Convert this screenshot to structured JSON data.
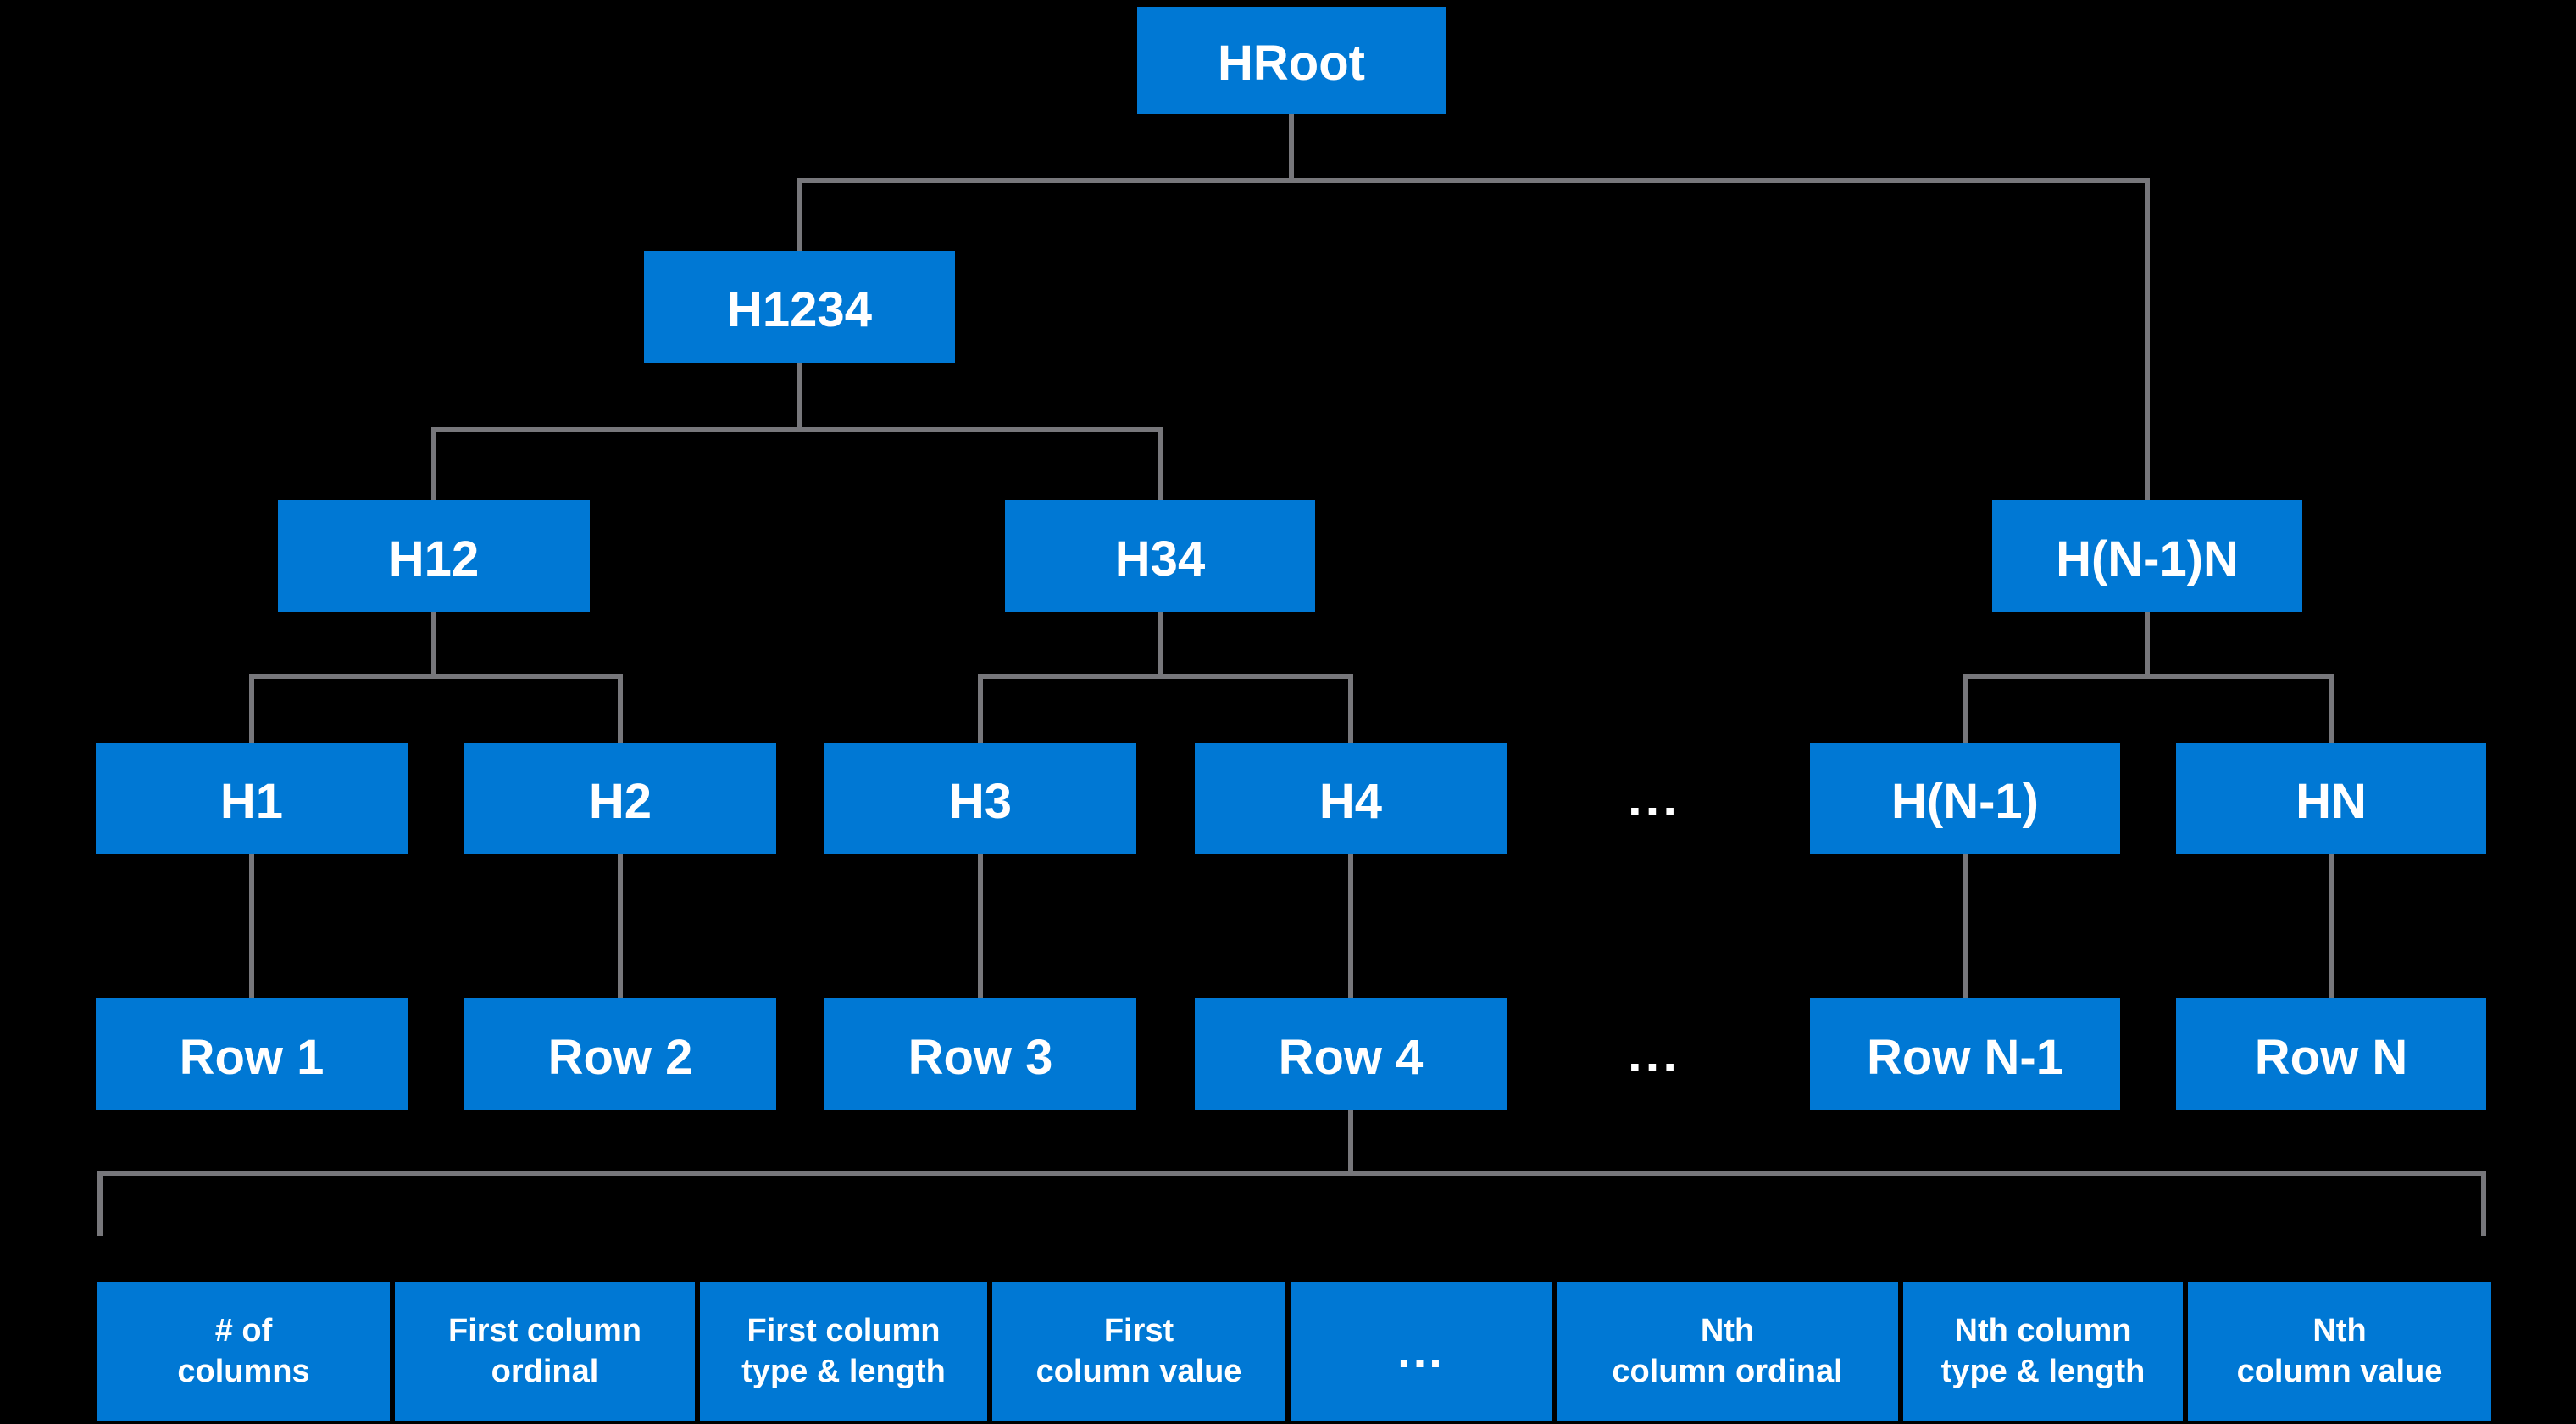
{
  "colors": {
    "background": "#000000",
    "node": "#0078D4",
    "connector": "#77777B",
    "text": "#FFFFFF"
  },
  "tree": {
    "hroot": "HRoot",
    "h1234": "H1234",
    "h12": "H12",
    "h34": "H34",
    "hn1n": "H(N-1)N",
    "h1": "H1",
    "h2": "H2",
    "h3": "H3",
    "h4": "H4",
    "hash_ellipsis": "...",
    "hn1": "H(N-1)",
    "hn": "HN",
    "row1": "Row 1",
    "row2": "Row 2",
    "row3": "Row 3",
    "row4": "Row 4",
    "row_ellipsis": "...",
    "rown1": "Row N-1",
    "rown": "Row N"
  },
  "record": {
    "cells": [
      {
        "line1": "# of",
        "line2": "columns"
      },
      {
        "line1": "First column",
        "line2": "ordinal"
      },
      {
        "line1": "First column",
        "line2": "type & length"
      },
      {
        "line1": "First",
        "line2": "column value"
      },
      {
        "line1": "...",
        "line2": ""
      },
      {
        "line1": "Nth",
        "line2": "column ordinal"
      },
      {
        "line1": "Nth column",
        "line2": "type & length"
      },
      {
        "line1": "Nth",
        "line2": "column value"
      }
    ]
  }
}
